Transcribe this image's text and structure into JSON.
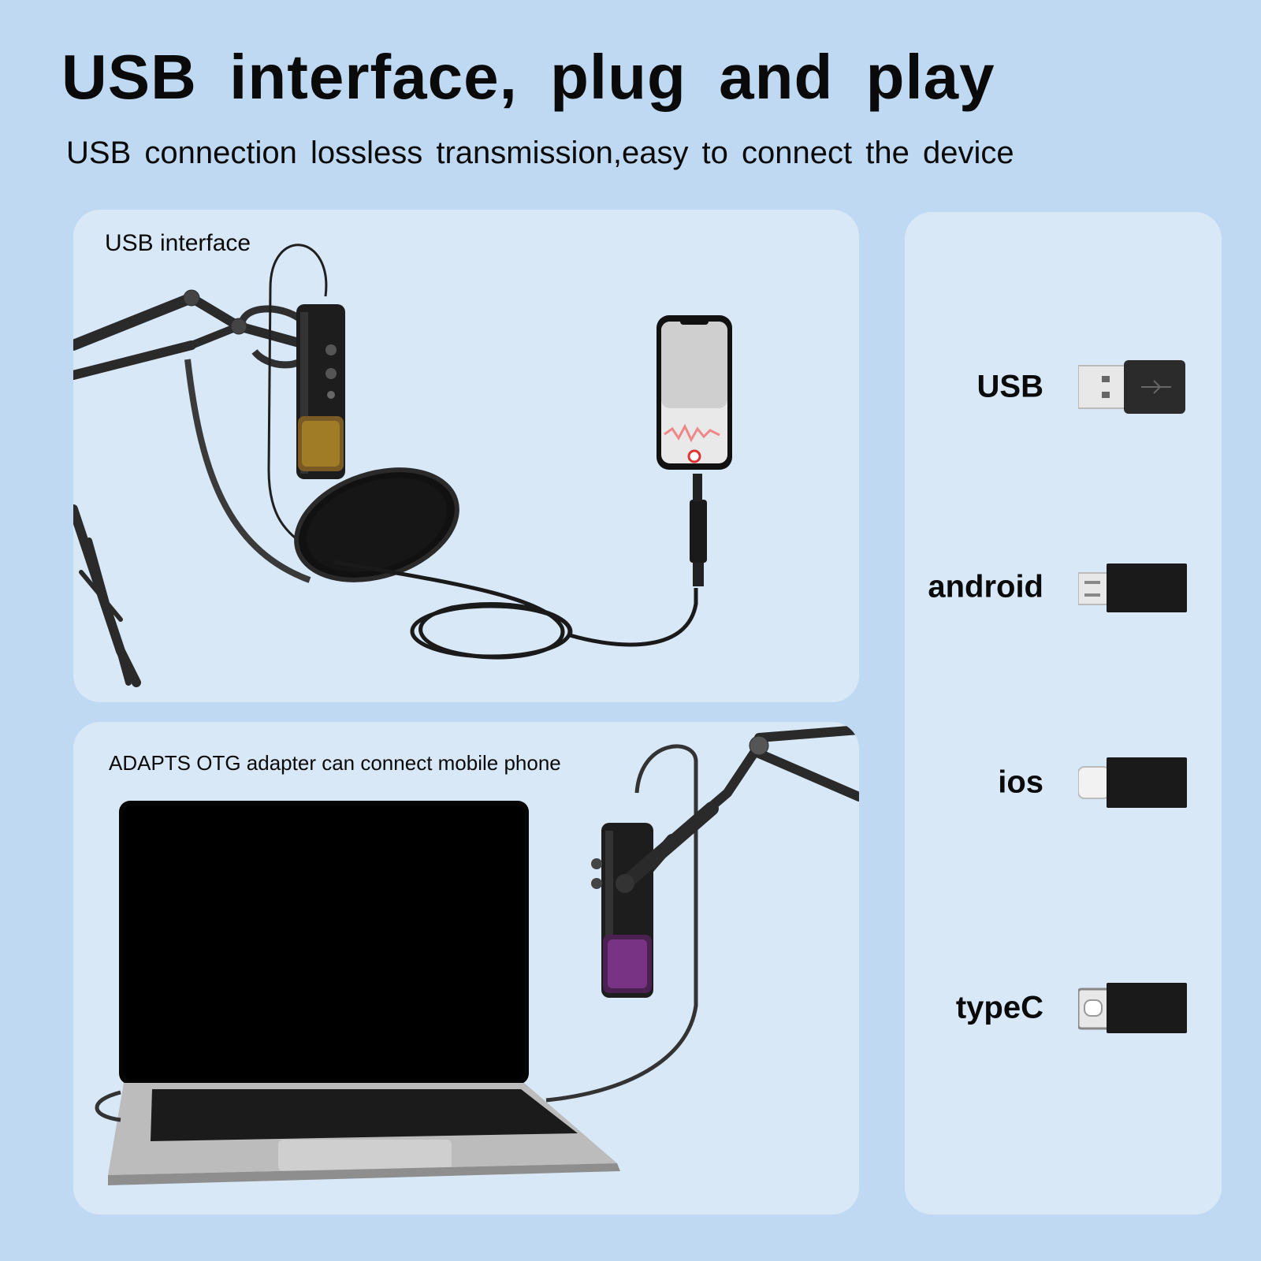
{
  "header": {
    "title": "USB interface, plug and play",
    "subtitle": "USB connection lossless transmission,easy to connect the device"
  },
  "panel_top": {
    "caption": "USB interface"
  },
  "panel_bottom": {
    "caption": "ADAPTS OTG adapter can connect mobile phone"
  },
  "connectors": [
    {
      "label": "USB",
      "icon": "usb-a-plug-icon"
    },
    {
      "label": "android",
      "icon": "micro-usb-plug-icon"
    },
    {
      "label": "ios",
      "icon": "lightning-plug-icon"
    },
    {
      "label": "typeC",
      "icon": "usb-c-plug-icon"
    }
  ],
  "colors": {
    "background": "#bfd9f2",
    "panel": "#d8e8f7",
    "text": "#0a0a0a"
  }
}
